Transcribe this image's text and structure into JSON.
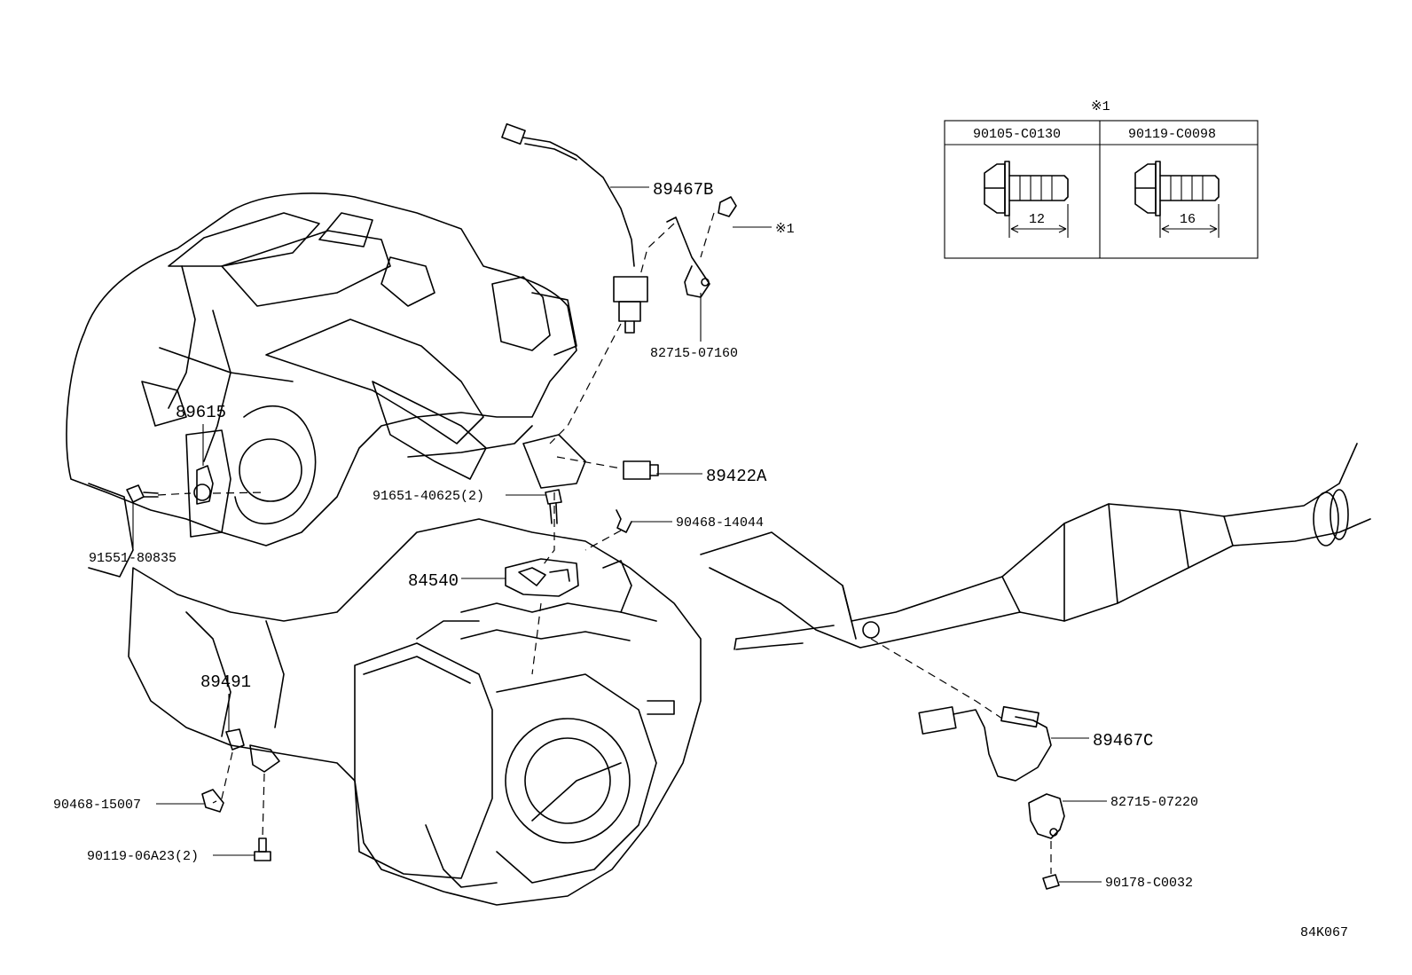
{
  "callouts": [
    {
      "id": "c-89467b",
      "text": "89467B"
    },
    {
      "id": "c-ref1-marker",
      "text": "※1"
    },
    {
      "id": "c-82715-07160",
      "text": "82715-07160"
    },
    {
      "id": "c-89615",
      "text": "89615"
    },
    {
      "id": "c-89422a",
      "text": "89422A"
    },
    {
      "id": "c-91651-40625",
      "text": "91651-40625(2)"
    },
    {
      "id": "c-90468-14044",
      "text": "90468-14044"
    },
    {
      "id": "c-91551-80835",
      "text": "91551-80835"
    },
    {
      "id": "c-84540",
      "text": "84540"
    },
    {
      "id": "c-89491",
      "text": "89491"
    },
    {
      "id": "c-89467c",
      "text": "89467C"
    },
    {
      "id": "c-82715-07220",
      "text": "82715-07220"
    },
    {
      "id": "c-90468-15007",
      "text": "90468-15007"
    },
    {
      "id": "c-90119-06a23",
      "text": "90119-06A23(2)"
    },
    {
      "id": "c-90178-c0032",
      "text": "90178-C0032"
    }
  ],
  "ref_table": {
    "marker": "※1",
    "columns": [
      {
        "part_no": "90105-C0130",
        "length": "12"
      },
      {
        "part_no": "90119-C0098",
        "length": "16"
      }
    ]
  },
  "diagram_code": "84K067"
}
